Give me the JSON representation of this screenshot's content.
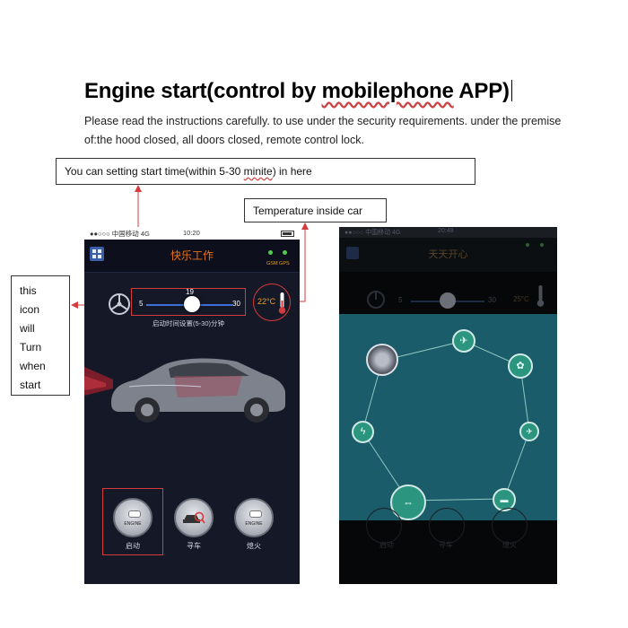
{
  "doc": {
    "title": "Engine start(control by mobilephone APP)",
    "title_underlined": "mobilephone",
    "instructions_line1": "Please read the instructions carefully. to use under the security requirements. under the premise",
    "instructions_line2": "of:the hood closed, all doors closed, remote control lock."
  },
  "callouts": {
    "start_time": "You can setting start time(within 5-30 minite) in here",
    "start_time_underlined": "minite",
    "temperature": "Temperature inside car",
    "icon_turn": [
      "this",
      "icon",
      "will",
      "Turn",
      "when",
      "start"
    ]
  },
  "phone1": {
    "status_carrier": "●●○○○ 中国移动  4G",
    "status_time": "10:20",
    "header_title": "快乐工作",
    "gsm_gps": "GSM GPS",
    "slider": {
      "min": 5,
      "max": 30,
      "value": 19,
      "hint": "启动时间设置(5-30)分钟"
    },
    "temperature": "22°C",
    "buttons": [
      {
        "icon_label": "ENGINE",
        "caption": "启动"
      },
      {
        "icon_label": "",
        "caption": "寻车"
      },
      {
        "icon_label": "ENGINE",
        "caption": "熄火"
      }
    ],
    "colors": {
      "accent": "#e8731a",
      "highlight": "#d43b3b",
      "slider_track": "#3c6fd8"
    }
  },
  "phone2": {
    "status_carrier": "●●○○○ 中国移动  4G",
    "status_time": "20:48",
    "header_title": "天天开心",
    "slider": {
      "min": 5,
      "max": 30
    },
    "temperature": "25°C",
    "faded_captions": [
      "启动",
      "寻车",
      "熄火"
    ],
    "menu_nodes": [
      "car-lock-icon",
      "flame-icon",
      "fan-icon",
      "lightning-icon",
      "unlock-icon",
      "arrows-icon",
      "car-icon"
    ],
    "colors": {
      "overlay": "#1a5c6a",
      "node": "#2c9580"
    }
  }
}
